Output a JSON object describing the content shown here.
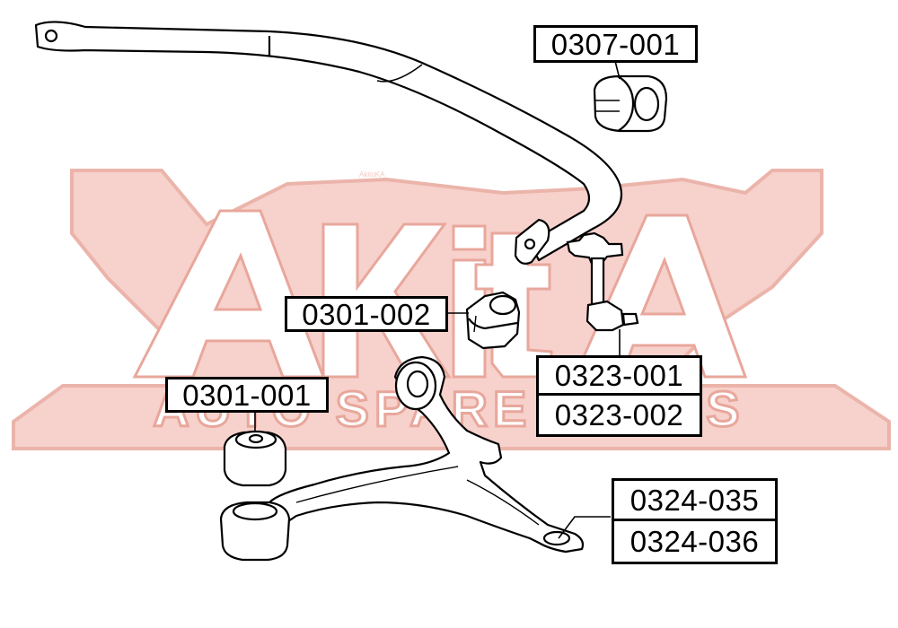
{
  "watermark": {
    "brand": "AkitoKA",
    "tagline": "AUTO SPARE PARTS",
    "fill_color": "#f6c9c2",
    "outline_color": "#e8a79c"
  },
  "part_numbers": {
    "stabilizer_bushing": "0307-001",
    "arm_bushing_rear": "0301-002",
    "arm_bushing_front": "0301-001",
    "stabilizer_link_left": "0323-001",
    "stabilizer_link_right": "0323-002",
    "control_arm_left": "0324-035",
    "control_arm_right": "0324-036"
  },
  "colors": {
    "line": "#000000",
    "part_fill": "#ffffff",
    "box_border": "#000000"
  }
}
